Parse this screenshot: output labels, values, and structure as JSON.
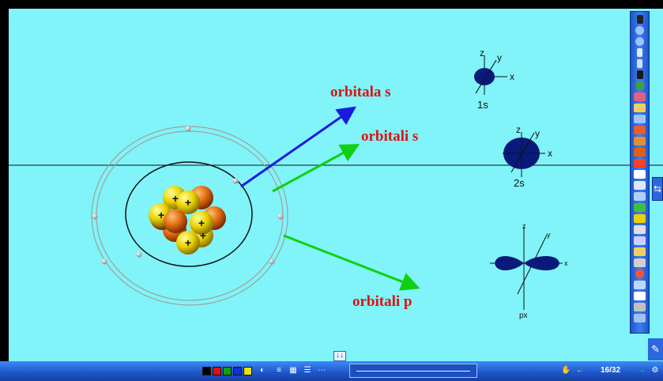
{
  "labels": {
    "orbital_s1": "orbitala s",
    "orbital_s2": "orbitali s",
    "orbital_p": "orbitali p"
  },
  "orbitals": {
    "s1": {
      "name": "1s",
      "axes": {
        "x": "x",
        "y": "y",
        "z": "z"
      }
    },
    "s2": {
      "name": "2s",
      "axes": {
        "x": "x",
        "y": "y",
        "z": "z"
      }
    },
    "p": {
      "name": "px",
      "axes": {
        "x": "x",
        "y": "y",
        "z": "z"
      }
    }
  },
  "nucleus": {
    "proton_symbol": "+"
  },
  "colors": {
    "background": "#80f4f8",
    "label": "#e01010",
    "arrow_blue": "#1a1ae0",
    "arrow_green": "#10d010",
    "orbital_fill": "#0a1a7a"
  },
  "bottom_bar": {
    "page_counter": "16/32",
    "colors": [
      "#000000",
      "#e01010",
      "#10a010",
      "#1030d0",
      "#f0e000"
    ],
    "collapse_symbol": "↓↓",
    "prev_symbol": "←",
    "next_symbol": "→"
  },
  "side_tab_symbol": "⇆"
}
